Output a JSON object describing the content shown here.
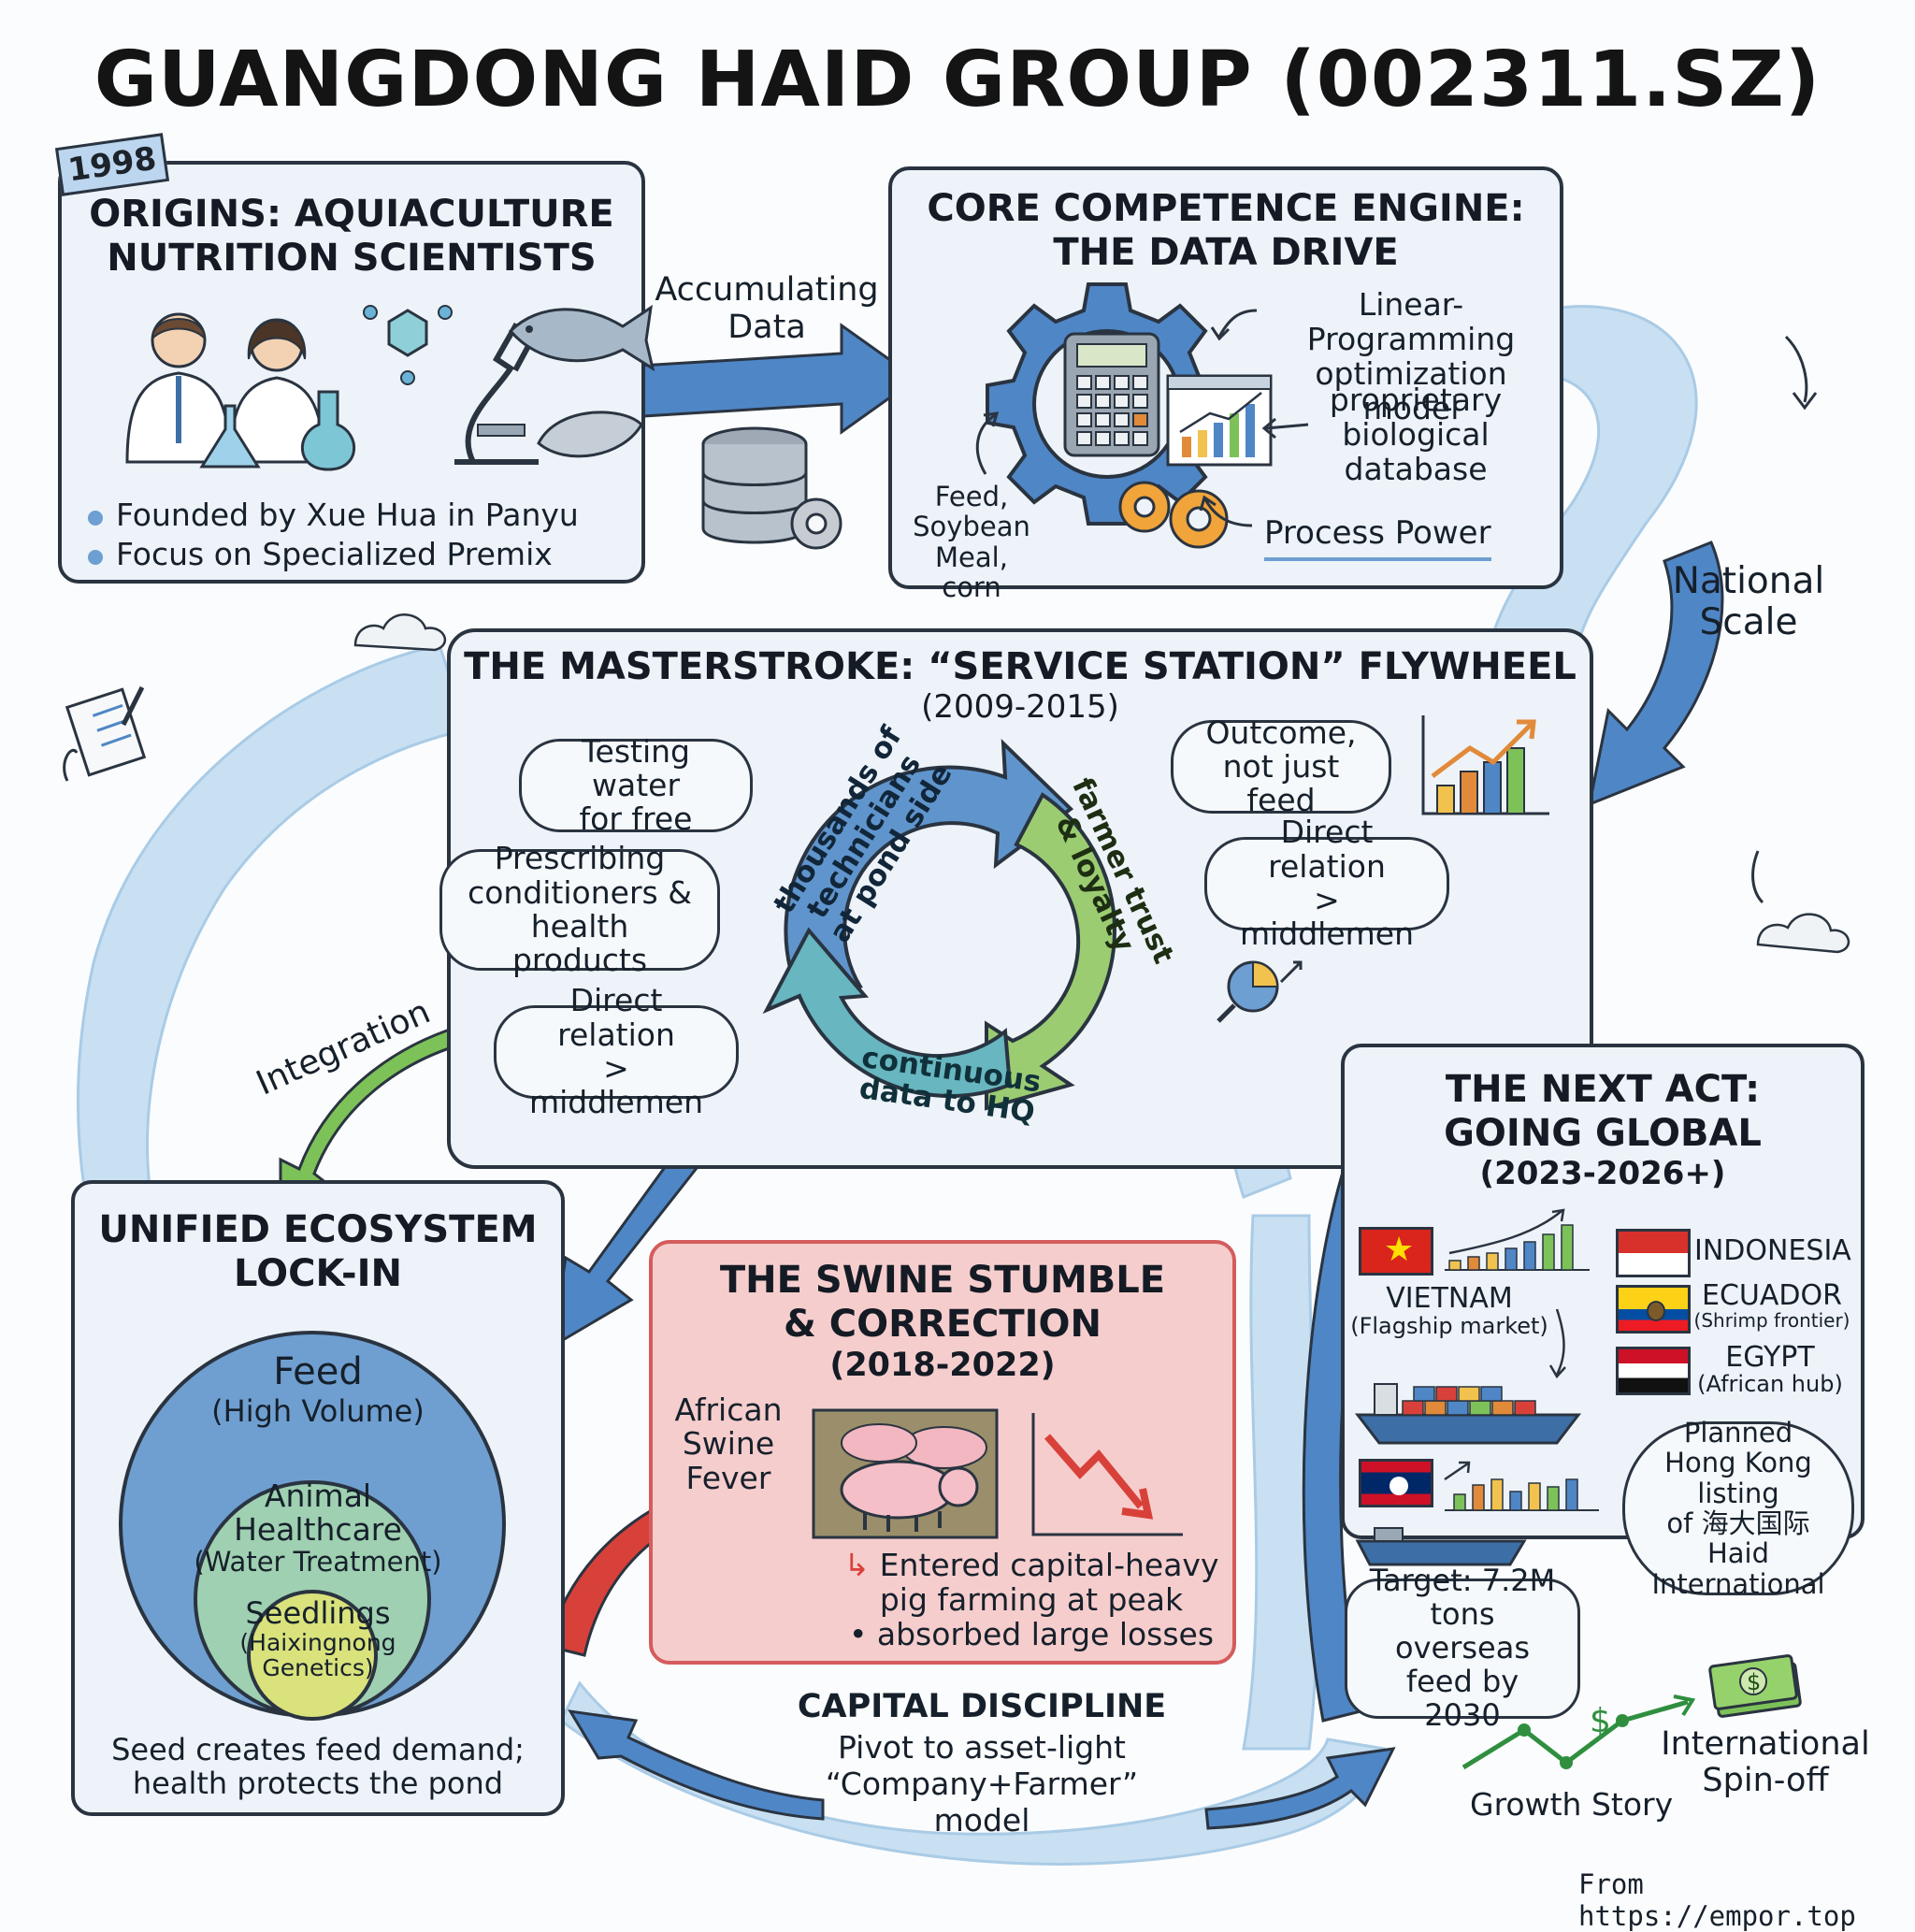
{
  "title": "GUANGDONG HAID GROUP (002311.SZ)",
  "colors": {
    "river": "#c9e0f2",
    "river_edge": "#a9cbe6",
    "blue_arrow": "#4f86c6",
    "green_arrow": "#7dc258",
    "red_arrow": "#d8413a",
    "panel_fill": "#edf3f8",
    "swine_fill": "#f6cdcd",
    "cycle_blue": "#5f95cc",
    "cycle_green": "#9ccc72",
    "cycle_teal": "#67b6c0"
  },
  "origins": {
    "year": "1998",
    "title_line1": "ORIGINS: AQUIACULTURE",
    "title_line2": "NUTRITION SCIENTISTS",
    "bullet1": "Founded by Xue Hua in Panyu",
    "bullet2": "Focus on Specialized Premix"
  },
  "arrow_accumulating": {
    "line1": "Accumulating",
    "line2": "Data"
  },
  "core": {
    "title_line1": "CORE COMPETENCE ENGINE:",
    "title_line2": "THE DATA DRIVE",
    "lp_line1": "Linear-Programming",
    "lp_line2": "optimization model",
    "db_line1": "proprietary",
    "db_line2": "biological",
    "db_line3": "database",
    "inputs_line1": "Feed,",
    "inputs_line2": "Soybean",
    "inputs_line3": "Meal, corn",
    "process_power": "Process Power"
  },
  "national_scale": {
    "line1": "National",
    "line2": "Scale"
  },
  "flywheel": {
    "title": "THE MASTERSTROKE: “SERVICE STATION” FLYWHEEL",
    "years": "(2009-2015)",
    "seg_technicians": [
      "thousands of",
      "technicians",
      "at pond side"
    ],
    "seg_trust": [
      "farmer trust",
      "& loyalty"
    ],
    "seg_data": [
      "continuous",
      "data to HQ"
    ],
    "bubble_testing": [
      "Testing water",
      "for free"
    ],
    "bubble_prescribing": [
      "Prescribing",
      "conditioners &",
      "health products"
    ],
    "bubble_direct_left": [
      "Direct relation",
      "> middlemen"
    ],
    "bubble_outcome": [
      "Outcome,",
      "not just feed"
    ],
    "bubble_direct_right": [
      "Direct relation",
      "> middlemen"
    ]
  },
  "integration_label": "Integration",
  "ecosystem": {
    "title_line1": "UNIFIED ECOSYSTEM",
    "title_line2": "LOCK-IN",
    "feed": "Feed",
    "feed_sub": "(High Volume)",
    "health_line1": "Animal",
    "health_line2": "Healthcare",
    "health_sub": "(Water Treatment)",
    "seed": "Seedlings",
    "seed_sub1": "(Haixingnong",
    "seed_sub2": "Genetics)",
    "caption_line1": "Seed creates feed demand;",
    "caption_line2": "health protects the pond"
  },
  "swine": {
    "title_line1": "THE SWINE STUMBLE",
    "title_line2": "& CORRECTION",
    "years": "(2018-2022)",
    "asf_line1": "African",
    "asf_line2": "Swine",
    "asf_line3": "Fever",
    "note_line1": "Entered capital-heavy",
    "note_line2": "pig farming at peak",
    "note_line3": "• absorbed large losses"
  },
  "capital": {
    "title": "CAPITAL DISCIPLINE",
    "line1": "Pivot to asset-light",
    "line2": "“Company+Farmer” model"
  },
  "global": {
    "title_line1": "THE NEXT ACT:",
    "title_line2": "GOING GLOBAL",
    "years": "(2023-2026+)",
    "vietnam": "VIETNAM",
    "vietnam_sub": "(Flagship market)",
    "indonesia": "INDONESIA",
    "ecuador": "ECUADOR",
    "ecuador_sub": "(Shrimp frontier)",
    "egypt": "EGYPT",
    "egypt_sub": "(African hub)",
    "target_line1": "Target: 7.2M",
    "target_line2": "tons overseas",
    "target_line3": "feed by 2030",
    "hk_line1": "Planned",
    "hk_line2": "Hong Kong listing",
    "hk_line3": "of 海大国际",
    "hk_line4": "Haid International"
  },
  "growth_story": "Growth Story",
  "spinoff_line1": "International",
  "spinoff_line2": "Spin-off",
  "credit": "From https://empor.top"
}
